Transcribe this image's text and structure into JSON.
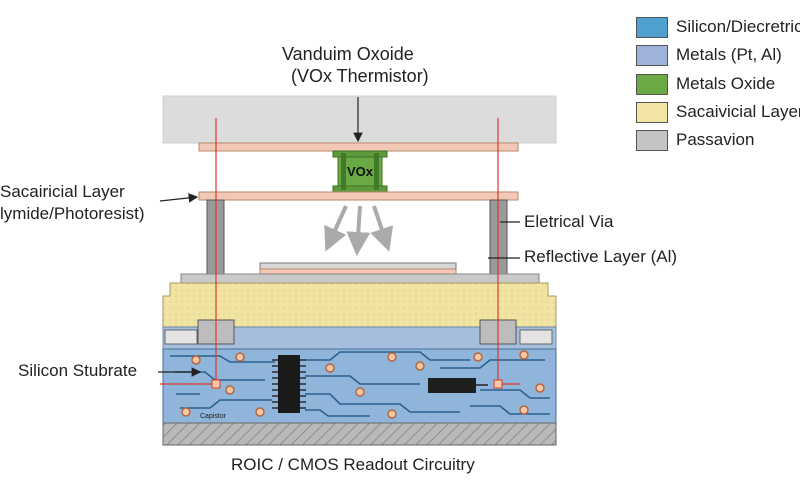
{
  "labels": {
    "vox_title": "Vanduim Oxoide",
    "vox_subtitle": "(VOx Thermistor)",
    "sacrificial_line1": "Sacairicial Layer",
    "sacrificial_line2": "lymide/Photoresist)",
    "electrical_via": "Eletrical Via",
    "reflective_layer": "Reflective Layer (Al)",
    "silicon_substrate": "Silicon Stubrate",
    "roic": "ROIC / CMOS Readout Circuitry",
    "vox_chip": "VOx",
    "capacitor": "Capistor"
  },
  "legend": [
    {
      "label": "Silicon/Diecretric",
      "color": "#4f9fd1"
    },
    {
      "label": "Metals (Pt, Al)",
      "color": "#9fb3dd"
    },
    {
      "label": "Metals Oxide",
      "color": "#6aaa44"
    },
    {
      "label": "Sacaivicial Layer",
      "color": "#f2e5a3"
    },
    {
      "label": "Passavion",
      "color": "#c4c4c4"
    }
  ],
  "colors": {
    "passivation": "#c9c9c9",
    "sacrificial": "#f1e4a2",
    "dielectric": "#a6bede",
    "substrate": "#8fb5da",
    "metal_bridge": "#f3c9b5",
    "metal_oxide": "#6aaa44",
    "trace": "#2a5f8f",
    "via_line": "#d93a2a"
  }
}
